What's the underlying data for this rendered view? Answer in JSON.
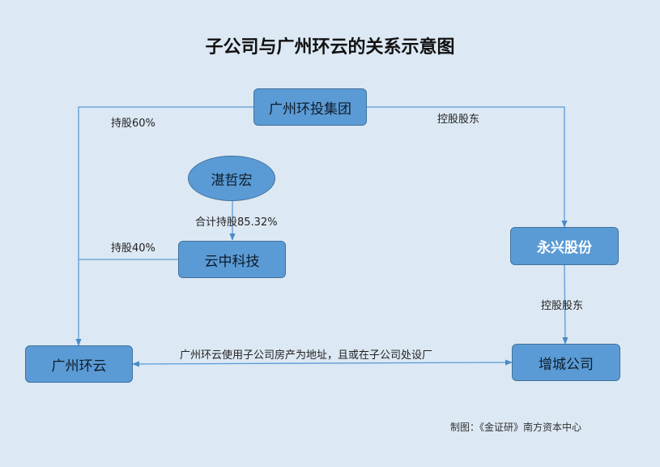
{
  "title": "子公司与广州环云的关系示意图",
  "nodes": {
    "group": "广州环投集团",
    "person": "湛哲宏",
    "yunzhong": "云中科技",
    "yongxing": "永兴股份",
    "huanyun": "广州环云",
    "zengcheng": "增城公司"
  },
  "edges": {
    "group_to_huanyun": "持股60%",
    "group_to_yongxing": "控股股东",
    "person_to_yunzhong": "合计持股85.32%",
    "yunzhong_to_huanyun": "持股40%",
    "yongxing_to_zengcheng": "控股股东",
    "huanyun_zengcheng": "广州环云使用子公司房产为地址，且或在子公司处设厂"
  },
  "footer": "制图：《金证研》南方资本中心",
  "colors": {
    "background": "#dce8f3",
    "node_fill": "#5b9bd5",
    "node_border": "#41719c",
    "line": "#5b9bd5"
  }
}
